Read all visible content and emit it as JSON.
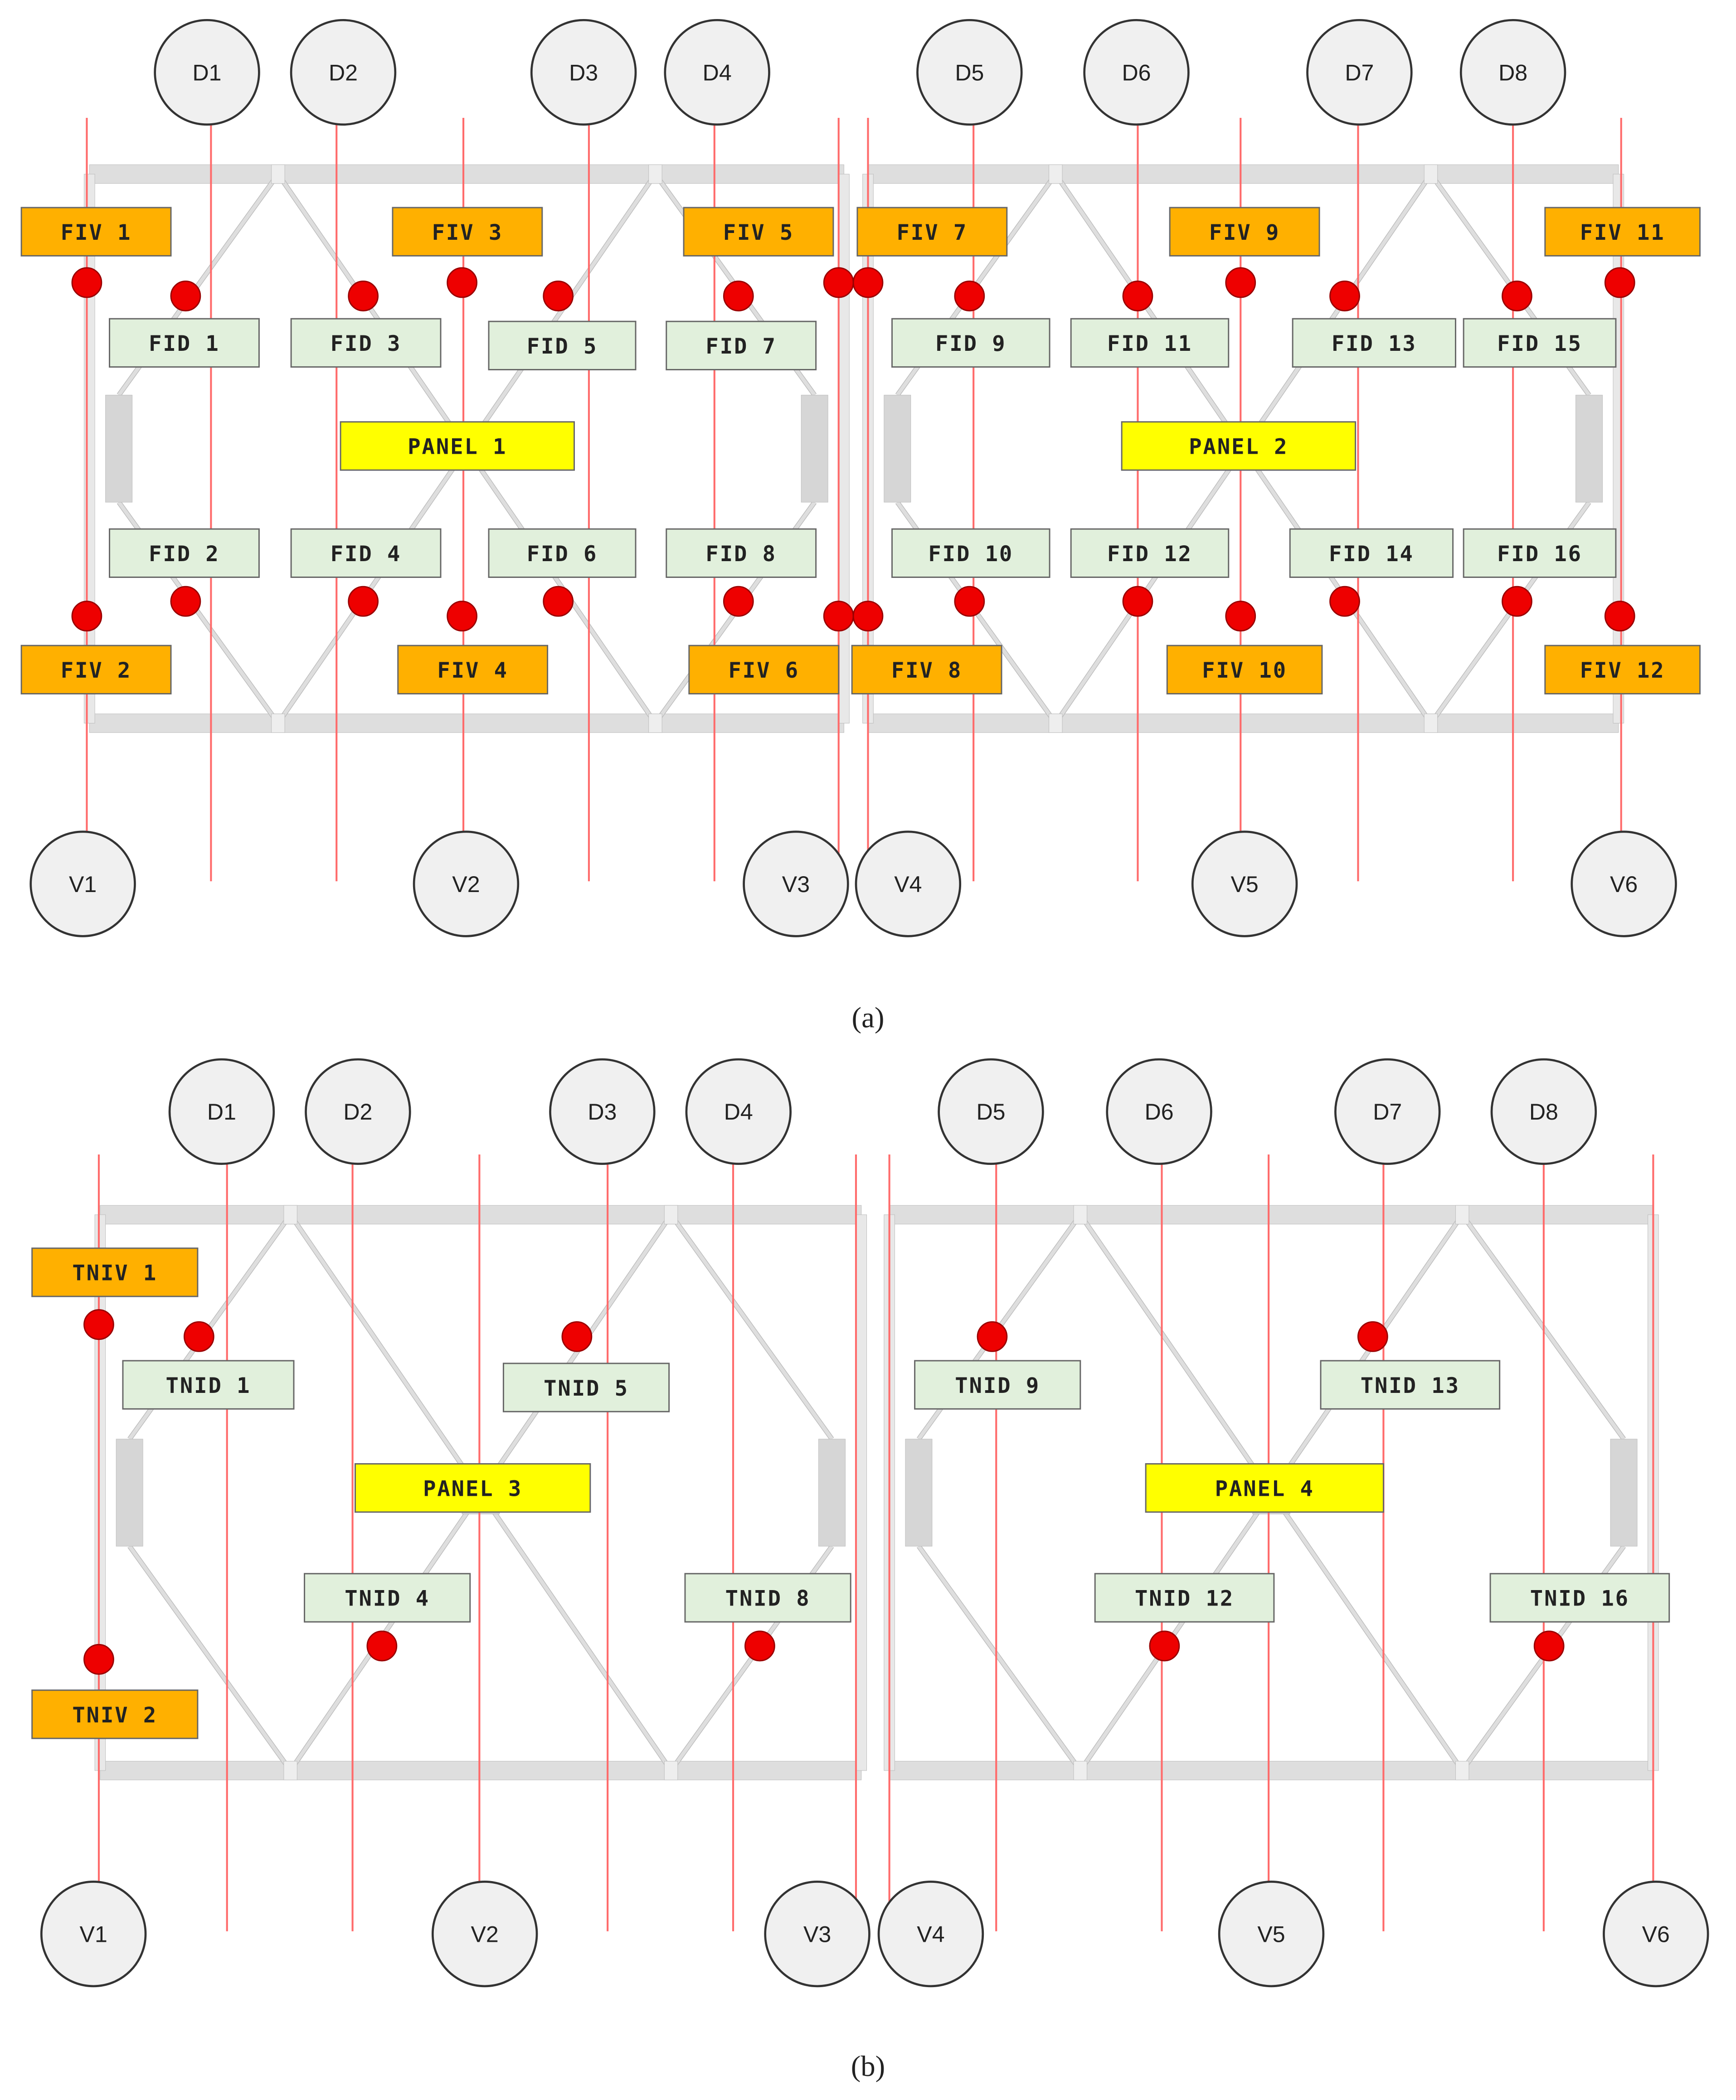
{
  "colors": {
    "line": "#ff6b6b",
    "dot": "#ee0000",
    "dot_stroke": "#9a0000",
    "orange": "#ffb000",
    "green": "#e1f0dc",
    "yellow": "#ffff00",
    "circle_fill": "#f0f0f0",
    "truss": "#dedede",
    "truss_edge": "#bdbdbd"
  },
  "figures": [
    {
      "id": "a",
      "caption": "(a)",
      "d_circles": [
        "D1",
        "D2",
        "D3",
        "D4",
        "D5",
        "D6",
        "D7",
        "D8"
      ],
      "v_circles": [
        "V1",
        "V2",
        "V3",
        "V4",
        "V5",
        "V6"
      ],
      "orange_labels": [
        "FIV 1",
        "FIV 2",
        "FIV 3",
        "FIV 4",
        "FIV 5",
        "FIV 6",
        "FIV 7",
        "FIV 8",
        "FIV 9",
        "FIV 10",
        "FIV 11",
        "FIV 12"
      ],
      "green_labels": [
        "FID 1",
        "FID 2",
        "FID 3",
        "FID 4",
        "FID 5",
        "FID 6",
        "FID 7",
        "FID 8",
        "FID 9",
        "FID 10",
        "FID 11",
        "FID 12",
        "FID 13",
        "FID 14",
        "FID 15",
        "FID 16"
      ],
      "panels": [
        "PANEL 1",
        "PANEL 2"
      ]
    },
    {
      "id": "b",
      "caption": "(b)",
      "d_circles": [
        "D1",
        "D2",
        "D3",
        "D4",
        "D5",
        "D6",
        "D7",
        "D8"
      ],
      "v_circles": [
        "V1",
        "V2",
        "V3",
        "V4",
        "V5",
        "V6"
      ],
      "orange_labels": [
        "TNIV 1",
        "TNIV 2"
      ],
      "green_labels": [
        "TNID 1",
        "TNID 4",
        "TNID 5",
        "TNID 8",
        "TNID 9",
        "TNID 12",
        "TNID 13",
        "TNID 16"
      ],
      "panels": [
        "PANEL 3",
        "PANEL 4"
      ]
    }
  ]
}
